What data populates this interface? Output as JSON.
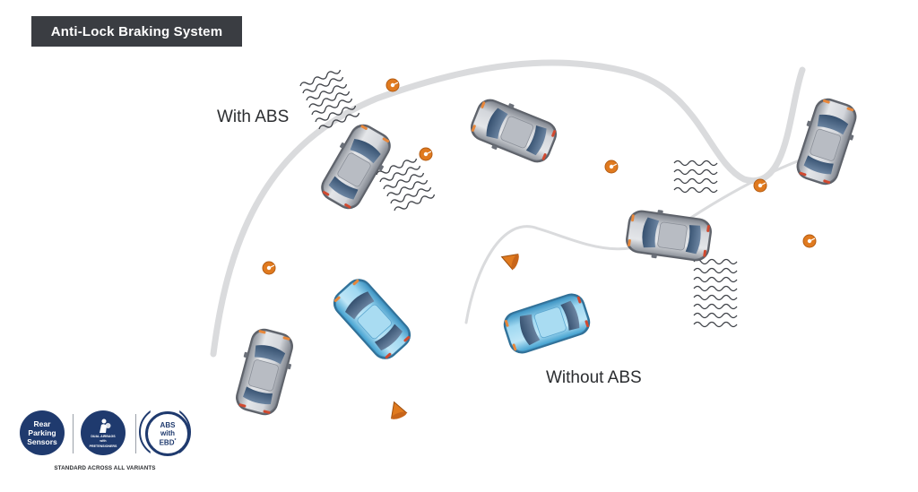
{
  "title": "Anti-Lock Braking System",
  "labels": {
    "with_abs": "With ABS",
    "without_abs": "Without ABS"
  },
  "badges": {
    "rear_parking": [
      "Rear",
      "Parking",
      "Sensors"
    ],
    "airbags": [
      "DUAL AIRBAGS",
      "with",
      "PRETENSIONERS"
    ],
    "abs": [
      "ABS",
      "with",
      "EBD"
    ],
    "abs_superscript": "*",
    "caption": "STANDARD ACROSS ALL VARIANTS"
  },
  "colors": {
    "title_bg": "#3a3d42",
    "silver_car": "#c9ccd1",
    "blue_car": "#7fc8ea",
    "cone": "#e07a1f",
    "road_line": "#d9dadc",
    "badge_navy": "#1f3a6e"
  }
}
